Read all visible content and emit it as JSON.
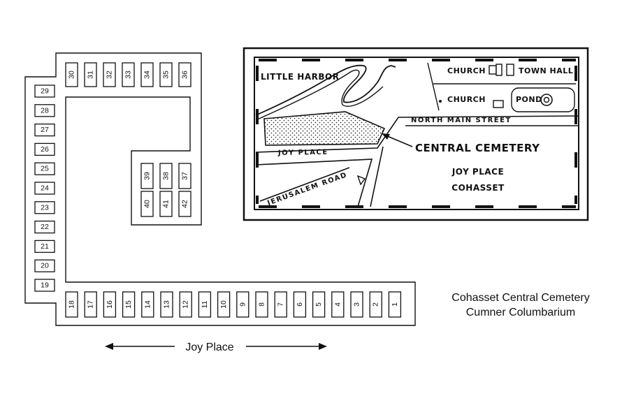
{
  "caption": {
    "line1": "Cohasset Central Cemetery",
    "line2": "Cumner Columbarium"
  },
  "street": {
    "label": "Joy Place"
  },
  "niches": {
    "top_row": [
      "30",
      "31",
      "32",
      "33",
      "34",
      "35",
      "36"
    ],
    "left_column": [
      "29",
      "28",
      "27",
      "26",
      "25",
      "24",
      "23",
      "22",
      "21",
      "20",
      "19"
    ],
    "bottom_row": [
      "18",
      "17",
      "16",
      "15",
      "14",
      "13",
      "12",
      "11",
      "10",
      "9",
      "8",
      "7",
      "6",
      "5",
      "4",
      "3",
      "2",
      "1"
    ],
    "inner_top": [
      "39",
      "38",
      "37"
    ],
    "inner_bottom": [
      "40",
      "41",
      "42"
    ]
  },
  "inset_map": {
    "labels": {
      "little_harbor": "LITTLE HARBOR",
      "church_top": "CHURCH",
      "town_hall": "TOWN HALL",
      "church_mid": "CHURCH",
      "pond": "POND",
      "north_main_street": "NORTH MAIN STREET",
      "central_cemetery": "CENTRAL CEMETERY",
      "joy_place_road": "JOY PLACE",
      "jerusalem_road": "JERUSALEM ROAD",
      "joy_place": "JOY PLACE",
      "cohasset": "COHASSET"
    }
  }
}
